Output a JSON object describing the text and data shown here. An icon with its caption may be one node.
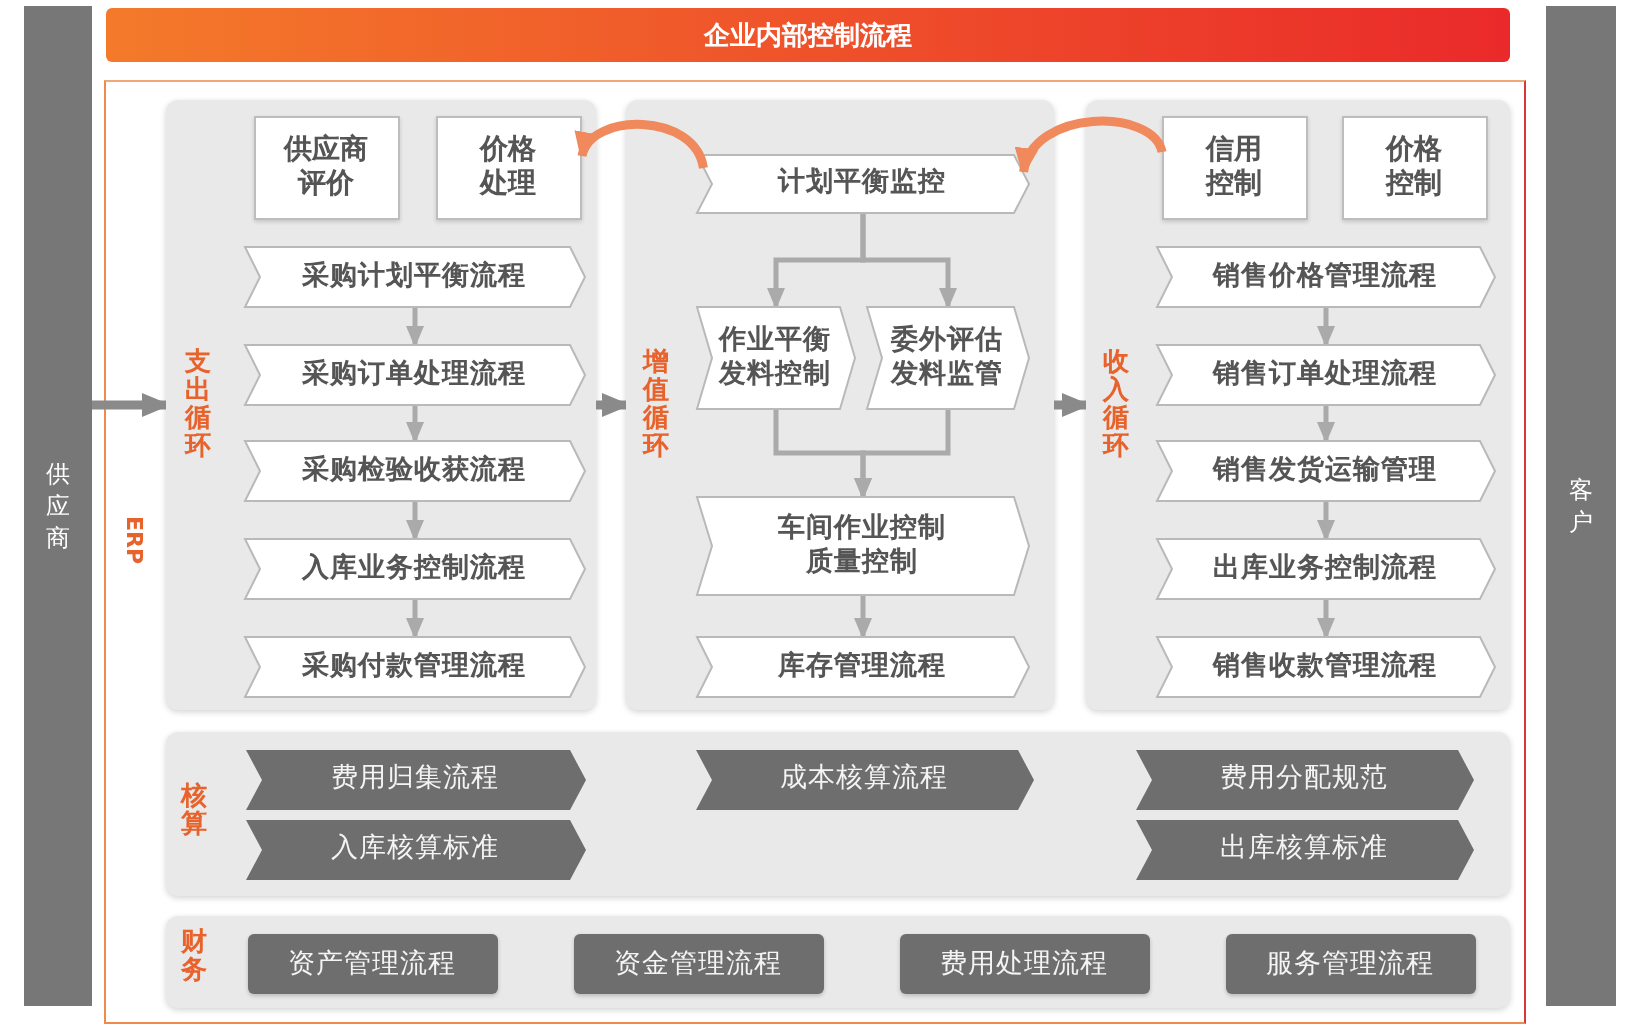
{
  "diagram": {
    "nodes": [
      {
        "text": [
          "企业内部控制流程"
        ]
      },
      {
        "text": [
          "供应商"
        ]
      },
      {
        "text": [
          "客户"
        ]
      },
      {
        "text": [
          "ERP"
        ]
      },
      {
        "text": [
          "支出循环"
        ],
        "in": 3
      },
      {
        "text": [
          "供应商评价"
        ],
        "in": 4
      },
      {
        "text": [
          "价格处理"
        ],
        "in": 4
      },
      {
        "text": [
          "采购计划平衡流程"
        ],
        "in": 4
      },
      {
        "text": [
          "采购订单处理流程"
        ],
        "in": 4
      },
      {
        "text": [
          "采购检验收获流程"
        ],
        "in": 4
      },
      {
        "text": [
          "入库业务控制流程"
        ],
        "in": 4
      },
      {
        "text": [
          "采购付款管理流程"
        ],
        "in": 4
      },
      {
        "text": [
          "增值循环"
        ],
        "in": 3
      },
      {
        "text": [
          "计划平衡监控"
        ],
        "in": 12
      },
      {
        "text": [
          "作业平衡发料控制"
        ],
        "in": 12
      },
      {
        "text": [
          "委外评估发料监管"
        ],
        "in": 12
      },
      {
        "text": [
          "车间作业控制质量控制"
        ],
        "in": 12
      },
      {
        "text": [
          "库存管理流程"
        ],
        "in": 12
      },
      {
        "text": [
          "收入循环"
        ],
        "in": 3
      },
      {
        "text": [
          "信用控制"
        ],
        "in": 18
      },
      {
        "text": [
          "价格控制"
        ],
        "in": 18
      },
      {
        "text": [
          "销售价格管理流程"
        ],
        "in": 18
      },
      {
        "text": [
          "销售订单处理流程"
        ],
        "in": 18
      },
      {
        "text": [
          "销售发货运输管理"
        ],
        "in": 18
      },
      {
        "text": [
          "出库业务控制流程"
        ],
        "in": 18
      },
      {
        "text": [
          "销售收款管理流程"
        ],
        "in": 18
      },
      {
        "text": [
          "核算"
        ],
        "in": 3
      },
      {
        "text": [
          "费用归集流程"
        ],
        "in": 26
      },
      {
        "text": [
          "成本核算流程"
        ],
        "in": 26
      },
      {
        "text": [
          "费用分配规范"
        ],
        "in": 26
      },
      {
        "text": [
          "入库核算标准"
        ],
        "in": 26
      },
      {
        "text": [
          "出库核算标准"
        ],
        "in": 26
      },
      {
        "text": [
          "财务"
        ],
        "in": 3
      },
      {
        "text": [
          "资产管理流程"
        ],
        "in": 32
      },
      {
        "text": [
          "资金管理流程"
        ],
        "in": 32
      },
      {
        "text": [
          "费用处理流程"
        ],
        "in": 32
      },
      {
        "text": [
          "服务管理流程"
        ],
        "in": 32
      }
    ],
    "edges": [
      {
        "from": 1,
        "to": 4,
        "arrow": "to",
        "style": "thick",
        "color": "#8a8a8a"
      },
      {
        "from": 4,
        "to": 12,
        "arrow": "to",
        "style": "thick",
        "color": "#8a8a8a"
      },
      {
        "from": 12,
        "to": 18,
        "arrow": "to",
        "style": "thick",
        "color": "#8a8a8a"
      },
      {
        "from": 7,
        "to": 8,
        "arrow": "to"
      },
      {
        "from": 8,
        "to": 9,
        "arrow": "to"
      },
      {
        "from": 9,
        "to": 10,
        "arrow": "to"
      },
      {
        "from": 10,
        "to": 11,
        "arrow": "to"
      },
      {
        "from": 13,
        "to": 14,
        "arrow": "to"
      },
      {
        "from": 13,
        "to": 15,
        "arrow": "to"
      },
      {
        "from": 14,
        "to": 16,
        "arrow": "to"
      },
      {
        "from": 15,
        "to": 16,
        "arrow": "to"
      },
      {
        "from": 16,
        "to": 17,
        "arrow": "to"
      },
      {
        "from": 21,
        "to": 22,
        "arrow": "to"
      },
      {
        "from": 22,
        "to": 23,
        "arrow": "to"
      },
      {
        "from": 23,
        "to": 24,
        "arrow": "to"
      },
      {
        "from": 24,
        "to": 25,
        "arrow": "to"
      },
      {
        "from": 13,
        "to": 6,
        "arrow": "to",
        "style": "thick",
        "color": "#f0895c"
      },
      {
        "from": 19,
        "to": 13,
        "arrow": "to",
        "style": "thick",
        "color": "#f0895c"
      }
    ]
  }
}
